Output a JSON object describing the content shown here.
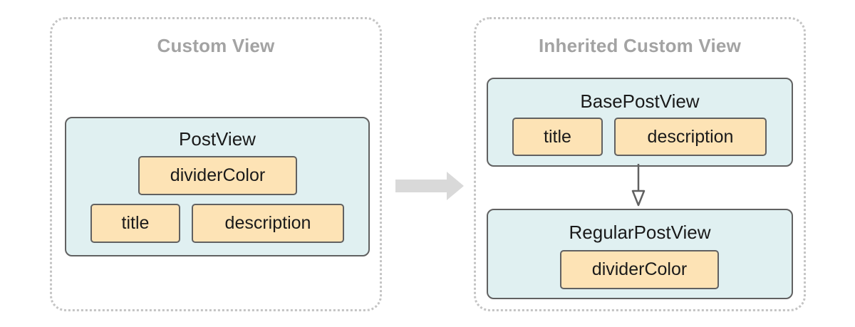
{
  "left_panel": {
    "title": "Custom View",
    "class": {
      "name": "PostView",
      "properties": [
        "dividerColor",
        "title",
        "description"
      ]
    }
  },
  "right_panel": {
    "title": "Inherited Custom View",
    "base_class": {
      "name": "BasePostView",
      "properties": [
        "title",
        "description"
      ]
    },
    "sub_class": {
      "name": "RegularPostView",
      "properties": [
        "dividerColor"
      ]
    }
  },
  "colors": {
    "class_fill": "#e0f0f1",
    "property_fill": "#fde3b5",
    "border": "#616161",
    "panel_title": "#a3a3a3",
    "transition_arrow": "#d9d9d9"
  }
}
